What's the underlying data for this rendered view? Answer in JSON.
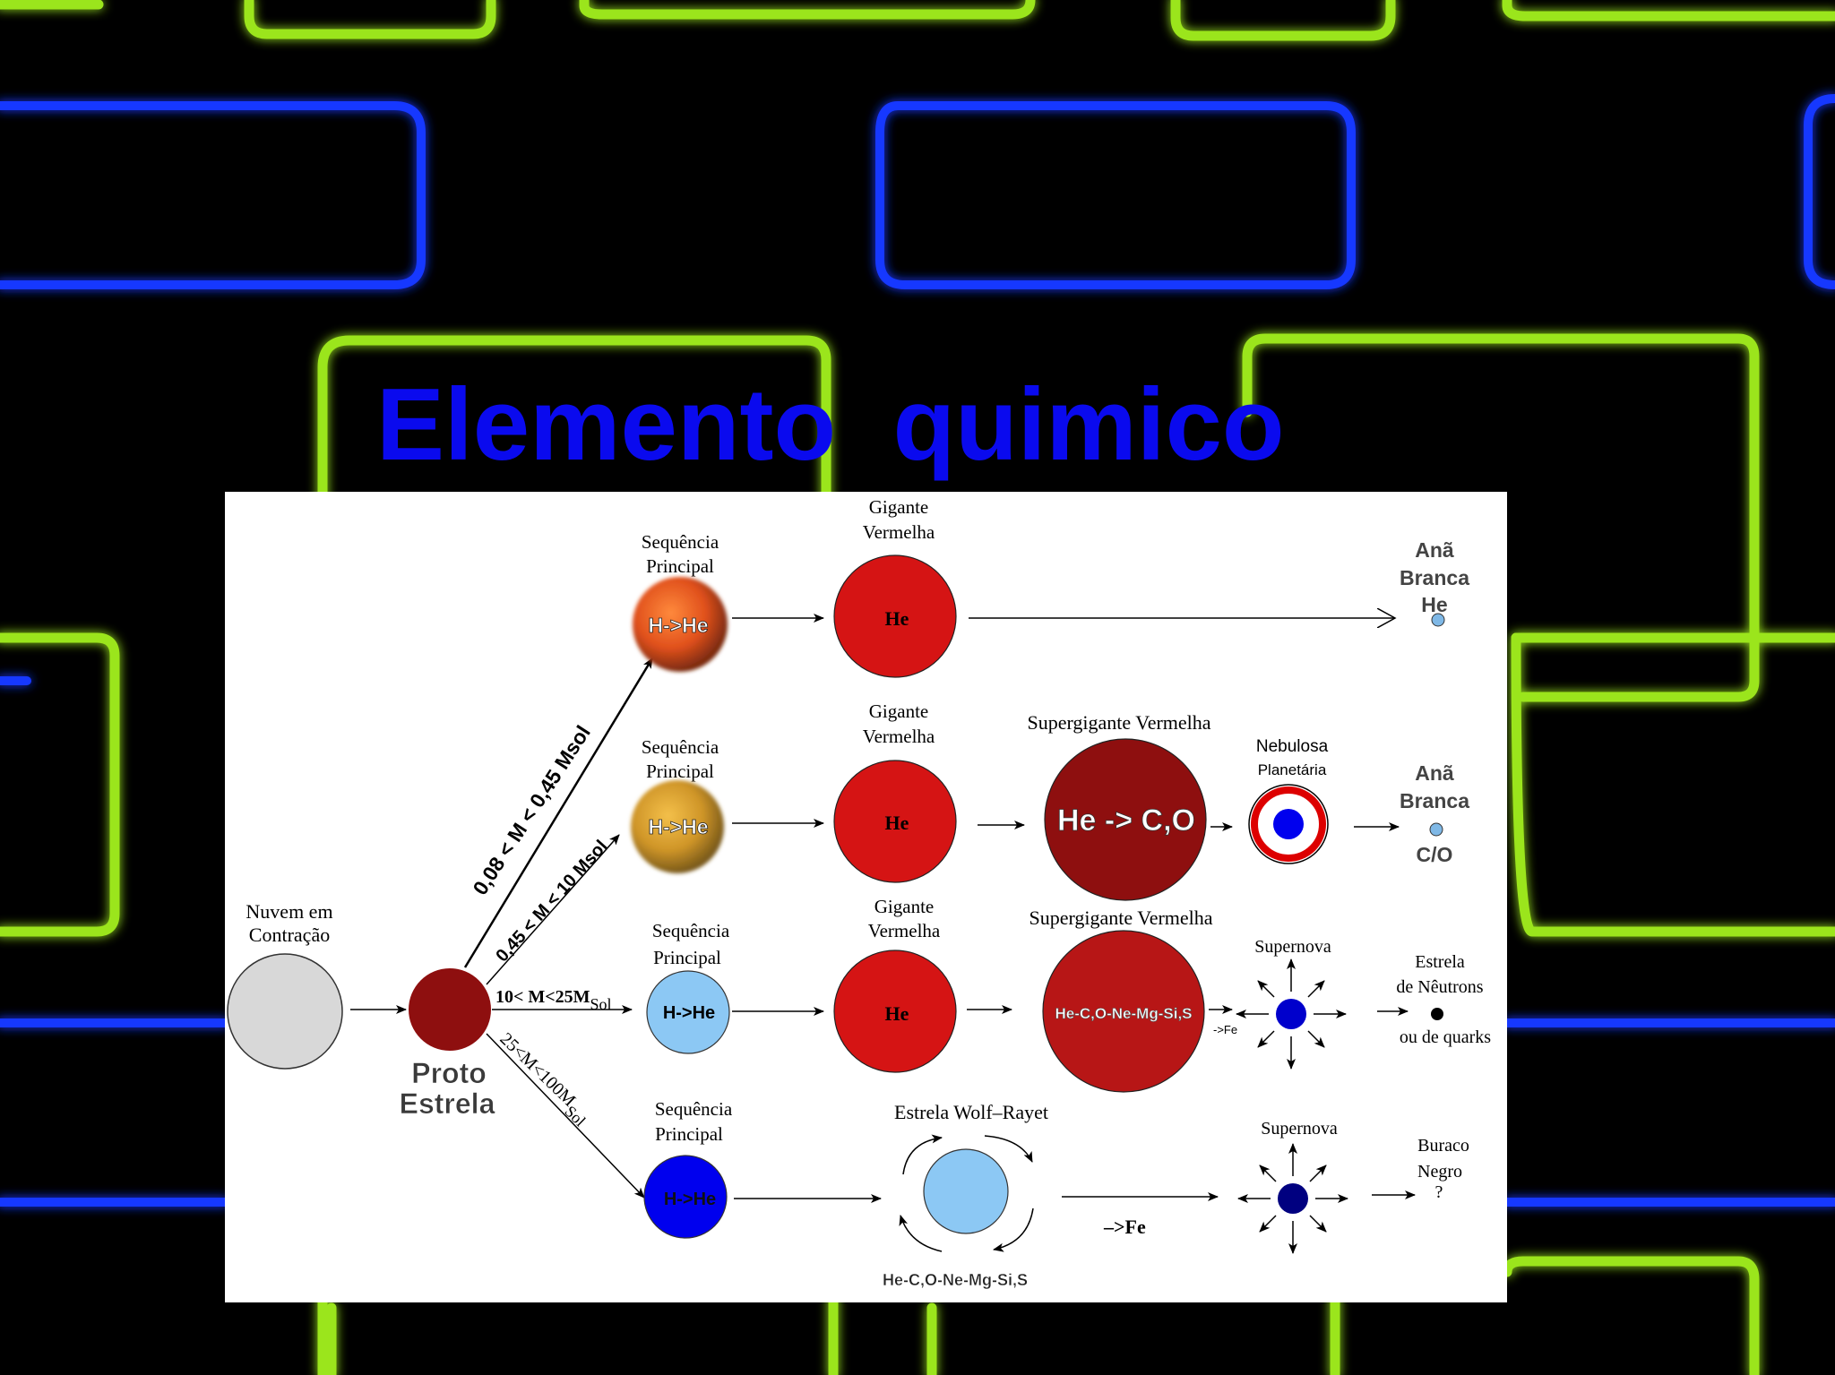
{
  "slide": {
    "title": "Elemento  quimico",
    "colors": {
      "title": "#0a0aee",
      "neon_green": "#9be51f",
      "neon_blue": "#1338ff",
      "background": "#000000"
    }
  },
  "diagram": {
    "start": {
      "nuvem_label_1": "Nuvem em",
      "nuvem_label_2": "Contração",
      "proto_label_1": "Proto",
      "proto_label_2": "Estrela"
    },
    "branch_labels": {
      "b1": "0,08 < M < 0,45 Msol",
      "b2": "0,45 < M < 10 Msol",
      "b3_main": "10< M<25M",
      "b3_sub": "Sol",
      "b4_main": "25<M<100M",
      "b4_sub": "Sol"
    },
    "row1": {
      "seq_label_1": "Sequência",
      "seq_label_2": "Principal",
      "seq_text": "H->He",
      "giant_label_1": "Gigante",
      "giant_label_2": "Vermelha",
      "giant_text": "He",
      "end_label_1": "Anã",
      "end_label_2": "Branca",
      "end_label_3": "He"
    },
    "row2": {
      "seq_label_1": "Sequência",
      "seq_label_2": "Principal",
      "seq_text": "H->He",
      "giant_label_1": "Gigante",
      "giant_label_2": "Vermelha",
      "giant_text": "He",
      "super_label": "Supergigante Vermelha",
      "super_text": "He -> C,O",
      "nebula_label_1": "Nebulosa",
      "nebula_label_2": "Planetária",
      "end_label_1": "Anã",
      "end_label_2": "Branca",
      "end_label_3": "C/O"
    },
    "row3": {
      "seq_label_1": "Sequência",
      "seq_label_2": "Principal",
      "seq_text": "H->He",
      "giant_label_1": "Gigante",
      "giant_label_2": "Vermelha",
      "giant_text": "He",
      "super_label": "Supergigante Vermelha",
      "super_text": "He-C,O-Ne-Mg-Si,S",
      "fe_text": "->Fe",
      "supernova_label": "Supernova",
      "end_label_1": "Estrela",
      "end_label_2": "de Nêutrons",
      "end_label_3": "ou de quarks"
    },
    "row4": {
      "seq_label_1": "Sequência",
      "seq_label_2": "Principal",
      "seq_text": "H->He",
      "wr_label": "Estrela Wolf–Rayet",
      "wr_bottom": "He-C,O-Ne-Mg-Si,S",
      "fe_text": "–>Fe",
      "supernova_label": "Supernova",
      "end_label_1": "Buraco",
      "end_label_2": "Negro",
      "end_label_3": "?"
    }
  }
}
